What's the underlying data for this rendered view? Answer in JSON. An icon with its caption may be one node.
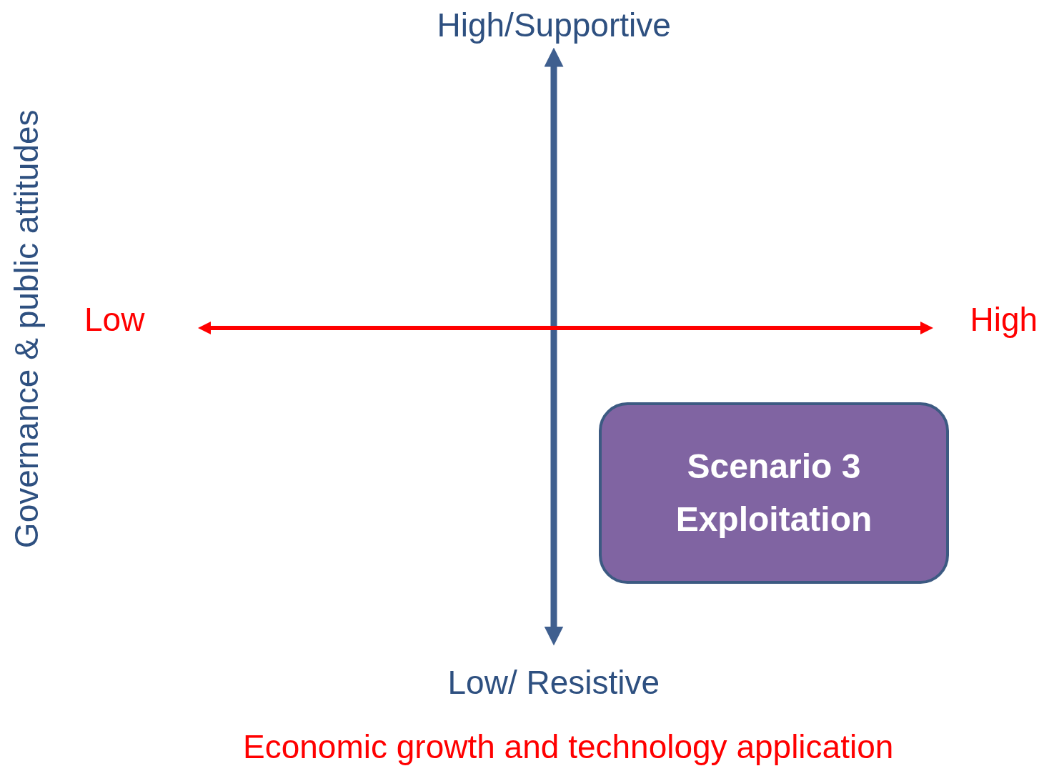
{
  "diagram": {
    "nodes": [
      {
        "text": [
          "Scenario 3",
          "Exploitation"
        ]
      }
    ],
    "labels": [
      "High/Supportive",
      "Governance & public attitudes",
      "Low",
      "High",
      "Low/ Resistive",
      "Economic growth and technology application"
    ]
  }
}
